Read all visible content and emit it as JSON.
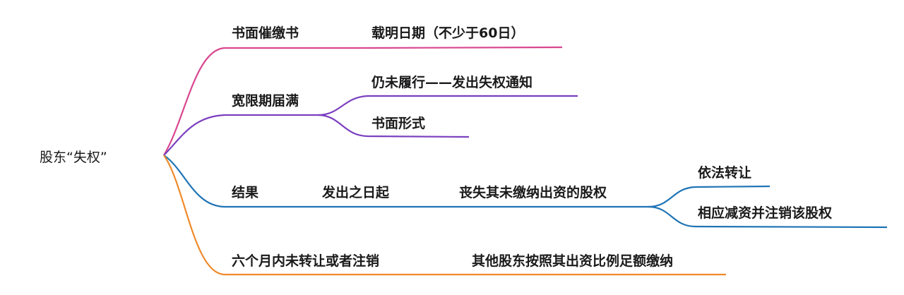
{
  "root": {
    "label": "股东“失权”"
  },
  "colors": {
    "pink": "#d9468f",
    "purple": "#7b3fbf",
    "blue": "#1f74b5",
    "orange": "#ef8a2b",
    "text": "#1a1a1a"
  },
  "branches": [
    {
      "id": "written-notice",
      "label": "书面催缴书",
      "color": "pink",
      "children": [
        {
          "label": "载明日期（不少于60日）"
        }
      ]
    },
    {
      "id": "grace-period",
      "label": "宽限期届满",
      "color": "purple",
      "children": [
        {
          "label": "仍未履行——发出失权通知"
        },
        {
          "label": "书面形式"
        }
      ]
    },
    {
      "id": "result",
      "label": "结果",
      "color": "blue",
      "children": [
        {
          "label": "发出之日起"
        },
        {
          "label": "丧失其未缴纳出资的股权"
        },
        {
          "label": "依法转让"
        },
        {
          "label": "相应减资并注销该股权"
        }
      ]
    },
    {
      "id": "six-months",
      "label": "六个月内未转让或者注销",
      "color": "orange",
      "children": [
        {
          "label": "其他股东按照其出资比例足额缴纳"
        }
      ]
    }
  ]
}
